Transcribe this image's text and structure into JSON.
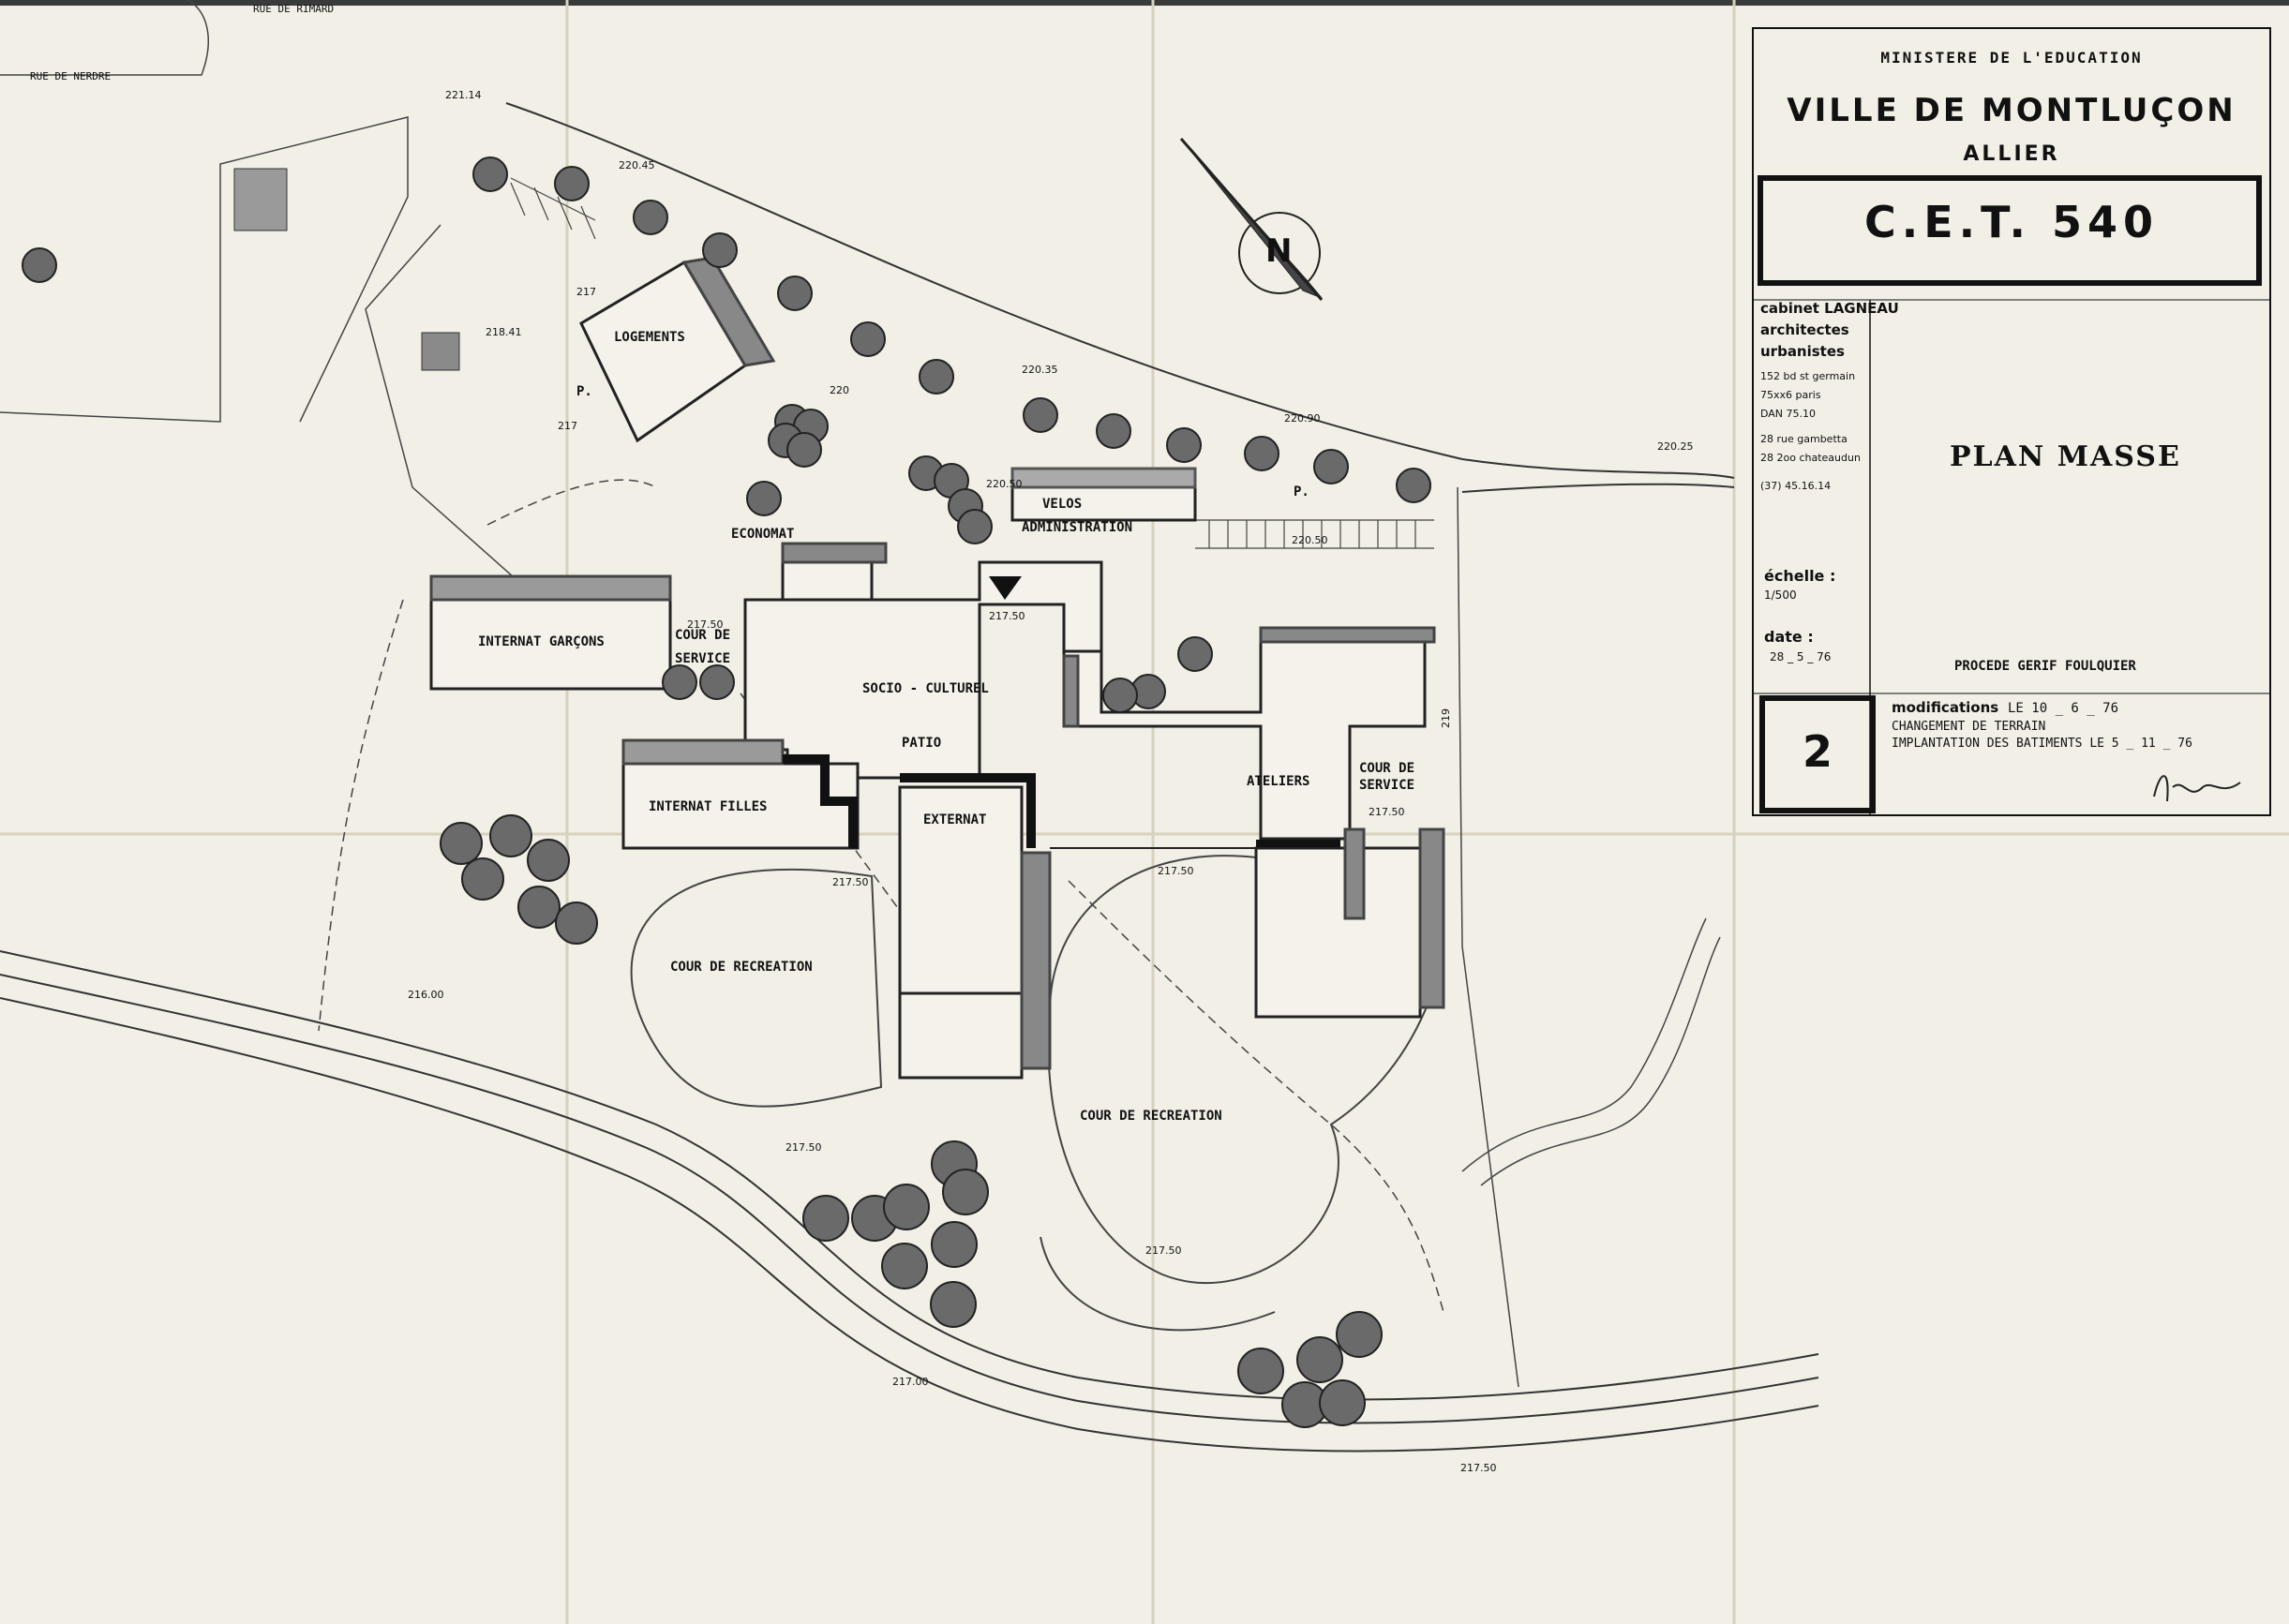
{
  "streets": {
    "rue_rimard": "RUE DE RIMARD",
    "rue_nerdre": "RUE DE NERDRE"
  },
  "buildings": {
    "logements": "LOGEMENTS",
    "economat": "ECONOMAT",
    "velos": "VELOS",
    "administration": "ADMINISTRATION",
    "internat_garcons": "INTERNAT GARÇONS",
    "cour_service_1": [
      "COUR DE",
      "SERVICE"
    ],
    "socio_culturel": "SOCIO - CULTUREL",
    "patio": "PATIO",
    "internat_filles": "INTERNAT FILLES",
    "externat": "EXTERNAT",
    "ateliers": "ATELIERS",
    "cour_service_2": [
      "COUR DE",
      "SERVICE"
    ],
    "cour_recreation_1": "COUR DE RECREATION",
    "cour_recreation_2": "COUR DE RECREATION",
    "parking_1": "P.",
    "parking_2": "P."
  },
  "levels": {
    "l1": "221.14",
    "l2": "220.45",
    "l3": "217",
    "l4": "218.41",
    "l5": "217",
    "l6": "220",
    "l7": "220.35",
    "l8": "220.90",
    "l9": "220.25",
    "l10": "220.50",
    "l11": "220.50",
    "l12": "217.50",
    "l13": "217.50",
    "l14": "217.50",
    "l15": "217.50",
    "l16": "217.50",
    "l17": "216.00",
    "l18": "217.50",
    "l19": "217.50",
    "l20": "217.00",
    "l21": "217.50",
    "l22": "219"
  },
  "north_label": "N",
  "title_block": {
    "ministry": "MINISTERE  DE  L'EDUCATION",
    "city": "VILLE  DE  MONTLUÇON",
    "department": "ALLIER",
    "project": "C.E.T.  540",
    "architect_lines": [
      "cabinet LAGNEAU",
      "architectes",
      "urbanistes"
    ],
    "address_lines": [
      "152 bd st germain",
      "75xx6 paris",
      "DAN 75.10"
    ],
    "address2_lines": [
      "28 rue gambetta",
      "28 2oo chateaudun",
      "(37) 45.16.14"
    ],
    "plan_title": "PLAN  MASSE",
    "scale_label": "échelle :",
    "scale_value": "1/500",
    "date_label": "date :",
    "date_value": "28 _ 5 _ 76",
    "procede": "PROCEDE  GERIF  FOULQUIER",
    "sheet_number": "2",
    "modifications_label": "modifications",
    "modifications_date": "LE 10 _ 6 _ 76",
    "change_1": "CHANGEMENT  DE  TERRAIN",
    "change_2": "IMPLANTATION  DES BATIMENTS  LE  5 _ 11 _ 76"
  },
  "colors": {
    "paper": "#f1efe6",
    "ink": "#111111",
    "shade": "#8a8a8a",
    "tree": "#555555"
  }
}
